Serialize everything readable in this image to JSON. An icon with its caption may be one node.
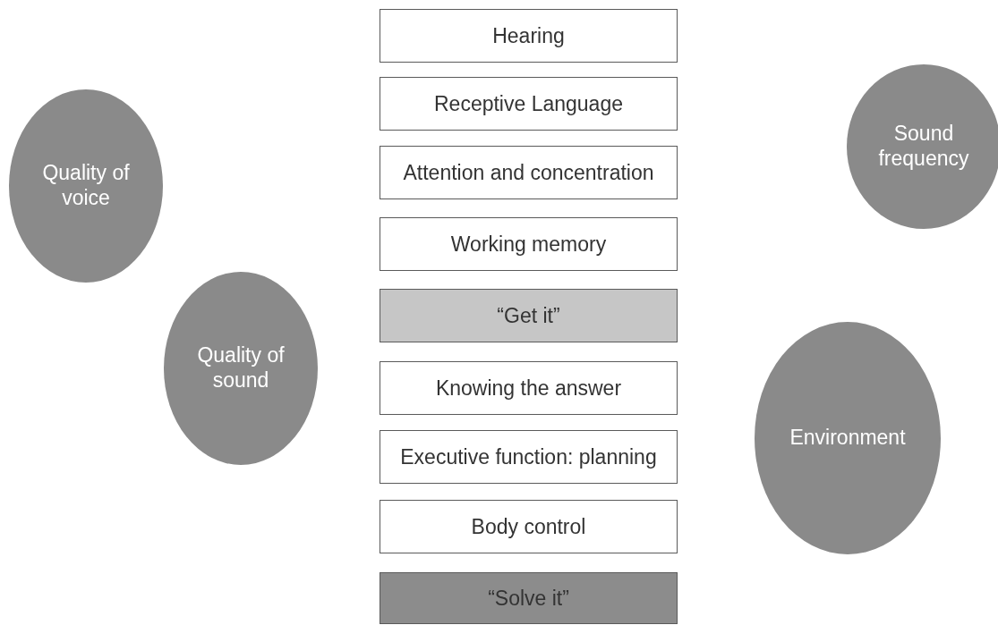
{
  "diagram": {
    "nodes": [
      {
        "text": [
          "Hearing"
        ]
      },
      {
        "text": [
          "Receptive Language"
        ]
      },
      {
        "text": [
          "Attention and concentration"
        ]
      },
      {
        "text": [
          "Working memory"
        ]
      },
      {
        "text": [
          "“Get it”"
        ]
      },
      {
        "text": [
          "Knowing the answer"
        ]
      },
      {
        "text": [
          "Executive function: planning"
        ]
      },
      {
        "text": [
          "Body control"
        ]
      },
      {
        "text": [
          "“Solve it”"
        ]
      },
      {
        "text": [
          "Quality of voice"
        ]
      },
      {
        "text": [
          "Quality of sound"
        ]
      },
      {
        "text": [
          "Sound frequency"
        ]
      },
      {
        "text": [
          "Environment"
        ]
      }
    ]
  }
}
